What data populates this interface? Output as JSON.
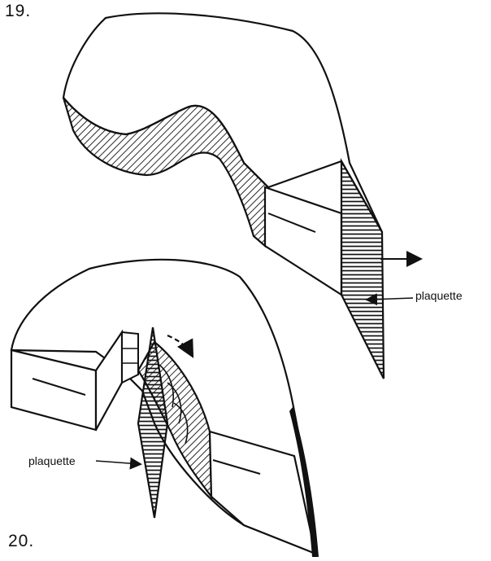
{
  "figures": [
    {
      "number": "19.",
      "callout": "plaquette"
    },
    {
      "number": "20.",
      "callout": "plaquette"
    }
  ],
  "colors": {
    "ink": "#111111",
    "paper": "#ffffff"
  }
}
